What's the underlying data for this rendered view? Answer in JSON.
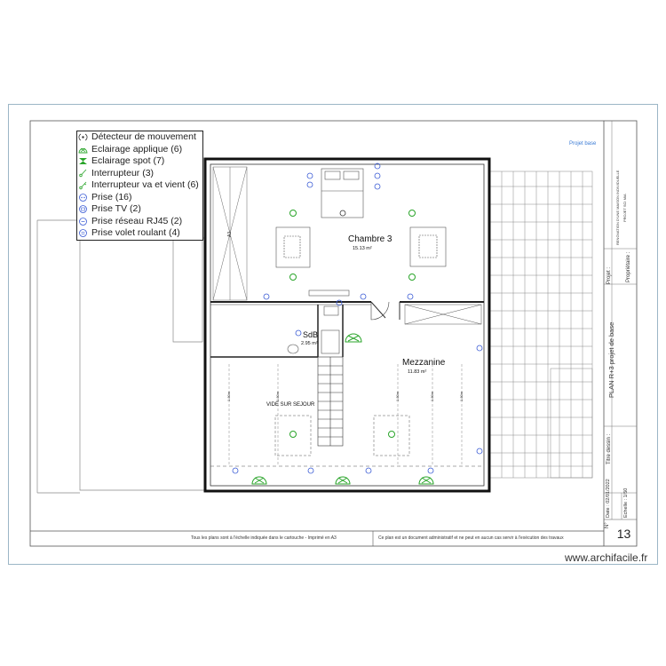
{
  "legend": [
    {
      "icon": "motion-detector-icon",
      "label": "Détecteur de mouvement"
    },
    {
      "icon": "wall-light-icon",
      "label": "Eclairage applique (6)"
    },
    {
      "icon": "spot-light-icon",
      "label": "Eclairage spot (7)"
    },
    {
      "icon": "switch-icon",
      "label": "Interrupteur (3)"
    },
    {
      "icon": "two-way-switch-icon",
      "label": "Interrupteur va et vient (6)"
    },
    {
      "icon": "outlet-icon",
      "label": "Prise (16)"
    },
    {
      "icon": "tv-outlet-icon",
      "label": "Prise TV (2)"
    },
    {
      "icon": "network-outlet-icon",
      "label": "Prise réseau RJ45 (2)"
    },
    {
      "icon": "shutter-outlet-icon",
      "label": "Prise volet roulant (4)"
    }
  ],
  "rooms": {
    "chambre": {
      "name": "Chambre 3",
      "area": "15.13 m²"
    },
    "sdb": {
      "name": "SdB",
      "area": "2.95 m²"
    },
    "mezzanine": {
      "name": "Mezzanine",
      "area": "11.83 m²"
    },
    "void": {
      "name": "VIDE SUR SEJOUR"
    }
  },
  "dimensions": {
    "d1": "1.80m",
    "d2": "1.80m",
    "d3": "1.80m",
    "d4": "1.80m",
    "d5": "1.80m",
    "d6": "A3"
  },
  "footer": {
    "left_note": "Tous les plans sont à l'échelle indiquée dans le cartouche - Imprimé en A3",
    "right_note": "Ce plan est un document administratif et ne peut en aucun cas servir à l'exécution des travaux"
  },
  "title_block": {
    "project_tag": "Projet base",
    "project_label": "Projet :",
    "project_name": "RENOVATION D'UNE MAISON INDIVIDUELLE",
    "project_sub": "PROJET SCI MIA",
    "owner_label": "Propriétaire :",
    "drawing_title_label": "Titre dessin :",
    "drawing_title": "PLAN R+3 projet de base",
    "date_label": "Date : 02/01/2022",
    "scale_label": "Echelle : 1/50",
    "number_label": "N°",
    "sheet_number": "13"
  },
  "watermark": "www.archifacile.fr",
  "colors": {
    "green_symbol": "#2aa52a",
    "blue_symbol": "#3a5bd5",
    "accent": "#3a7bd5"
  }
}
